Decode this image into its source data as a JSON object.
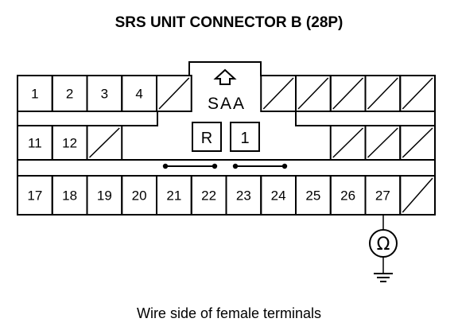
{
  "title": "SRS UNIT CONNECTOR B (28P)",
  "caption": "Wire side of female terminals",
  "lock_label": "SAA",
  "short_labels": [
    "R",
    "1"
  ],
  "ohmmeter_symbol": "Ω",
  "row1": [
    {
      "label": "1"
    },
    {
      "label": "2"
    },
    {
      "label": "3"
    },
    {
      "label": "4"
    },
    {
      "label": ""
    },
    {
      "label": ""
    },
    {
      "label": ""
    },
    {
      "label": ""
    },
    {
      "label": ""
    },
    {
      "label": ""
    }
  ],
  "row2": [
    {
      "label": "11"
    },
    {
      "label": "12"
    },
    {
      "label": ""
    },
    {
      "label": ""
    },
    {
      "label": ""
    },
    {
      "label": ""
    }
  ],
  "row3": [
    {
      "label": "17"
    },
    {
      "label": "18"
    },
    {
      "label": "19"
    },
    {
      "label": "20"
    },
    {
      "label": "21"
    },
    {
      "label": "22"
    },
    {
      "label": "23"
    },
    {
      "label": "24"
    },
    {
      "label": "25"
    },
    {
      "label": "26"
    },
    {
      "label": "27"
    },
    {
      "label": ""
    }
  ]
}
